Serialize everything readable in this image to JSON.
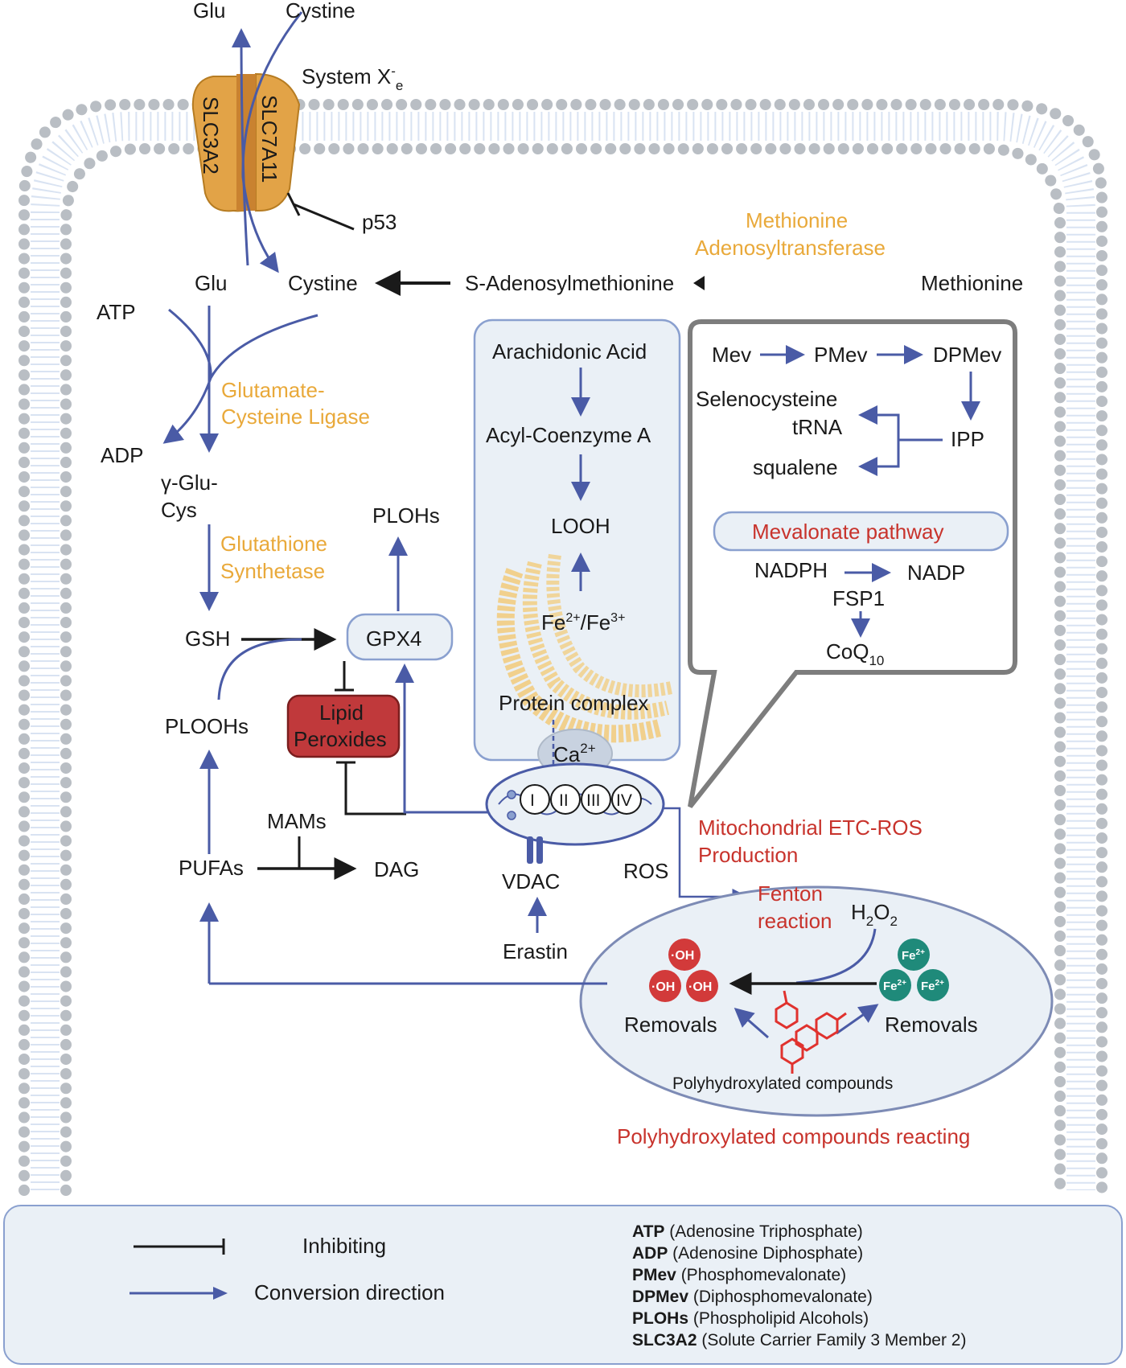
{
  "transporter": {
    "name_html": "System X",
    "name_sup": "-",
    "name_sub": "e",
    "subunit_a": "SLC3A2",
    "subunit_b": "SLC7A11",
    "top_glu": "Glu",
    "top_cystine": "Cystine",
    "inhibitor": "p53"
  },
  "gsh_pathway": {
    "glu": "Glu",
    "cystine": "Cystine",
    "sam": "S-Adenosylmethionine",
    "methionine": "Methionine",
    "mat_line1": "Methionine",
    "mat_line2": "Adenosyltransferase",
    "atp": "ATP",
    "adp": "ADP",
    "gcl_line1": "Glutamate-",
    "gcl_line2": "Cysteine Ligase",
    "gglucys_line1": "γ-Glu-",
    "gglucys_line2": "Cys",
    "gs_line1": "Glutathione",
    "gs_line2": "Synthetase",
    "gsh": "GSH",
    "gpx4": "GPX4",
    "plohs": "PLOHs",
    "ploohs": "PLOOHs",
    "lipid_peroxides_line1": "Lipid",
    "lipid_peroxides_line2": "Peroxides",
    "pufas": "PUFAs",
    "mams": "MAMs",
    "dag": "DAG"
  },
  "er_box": {
    "arachidonic": "Arachidonic Acid",
    "acyl_coa": "Acyl-Coenzyme A",
    "looh": "LOOH",
    "fe_base1": "Fe",
    "fe_sup1": "2+",
    "fe_base2": "/Fe",
    "fe_sup2": "3+",
    "protein_complex": "Protein complex",
    "ca_base": "Ca",
    "ca_sup": "2+"
  },
  "mito": {
    "complexes": [
      "I",
      "II",
      "III",
      "IV"
    ],
    "vdac": "VDAC",
    "erastin": "Erastin",
    "ros": "ROS",
    "etc_line1": "Mitochondrial ETC-ROS",
    "etc_line2": "Production"
  },
  "mevalonate_box": {
    "mev": "Mev",
    "pmev": "PMev",
    "dpmev": "DPMev",
    "selcys_line1": "Selenocysteine",
    "selcys_line2": "tRNA",
    "ipp": "IPP",
    "squalene": "squalene",
    "pathway_title": "Mevalonate pathway",
    "nadph": "NADPH",
    "nadp": "NADP",
    "fsp1": "FSP1",
    "coq_base": "CoQ",
    "coq_sub": "10"
  },
  "fenton": {
    "label_line1": "Fenton",
    "label_line2": "reaction",
    "h2o2_base": "H",
    "h2o2_sub1": "2",
    "h2o2_mid": "O",
    "h2o2_sub2": "2",
    "oh": "·OH",
    "fe": "Fe",
    "fe_sup": "2+",
    "removals_left": "Removals",
    "removals_right": "Removals",
    "poly": "Polyhydroxylated compounds",
    "poly_reacting": "Polyhydroxylated compounds reacting"
  },
  "legend": {
    "inhibiting": "Inhibiting",
    "conversion": "Conversion direction",
    "abbreviations": [
      {
        "term": "ATP",
        "def": " (Adenosine Triphosphate)"
      },
      {
        "term": "ADP",
        "def": " (Adenosine Diphosphate)"
      },
      {
        "term": "PMev",
        "def": " (Phosphomevalonate)"
      },
      {
        "term": "DPMev",
        "def": " (Diphosphomevalonate)"
      },
      {
        "term": "PLOHs",
        "def": " (Phospholipid Alcohols)"
      },
      {
        "term": "SLC3A2",
        "def": " (Solute Carrier Family 3 Member 2)"
      }
    ]
  },
  "colors": {
    "arrow_blue": "#4a5ba6",
    "inhibit_black": "#1a1a1a",
    "enzyme_orange": "#e9a93a",
    "highlight_red": "#c8332c",
    "membrane_grey": "#b9bec4",
    "lipid_peroxide_fill": "#c0393b",
    "fe_teal": "#1f8a7a"
  }
}
